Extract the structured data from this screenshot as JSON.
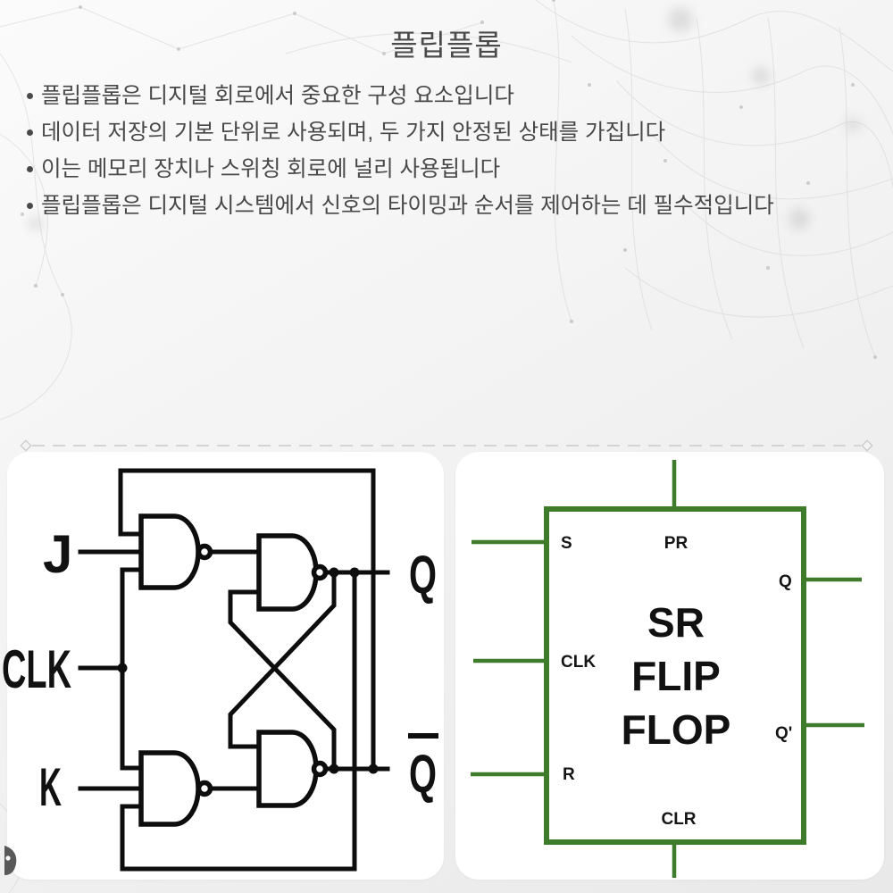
{
  "slide": {
    "title": "플립플롭",
    "bullets": [
      "플립플롭은 디지털 회로에서 중요한 구성 요소입니다",
      "데이터 저장의 기본 단위로 사용되며, 두 가지 안정된 상태를 가집니다",
      "이는 메모리 장치나 스위칭 회로에 널리 사용됩니다",
      "플립플롭은 디지털 시스템에서 신호의 타이밍과 순서를 제어하는 데 필수적입니다"
    ]
  },
  "jk_diagram": {
    "label_j": "J",
    "label_clk": "CLK",
    "label_k": "K",
    "label_q": "Q",
    "label_qbar": "Q"
  },
  "sr_diagram": {
    "title_line1": "SR",
    "title_line2": "FLIP",
    "title_line3": "FLOP",
    "pin_s": "S",
    "pin_pr": "PR",
    "pin_clk": "CLK",
    "pin_r": "R",
    "pin_clr": "CLR",
    "pin_q": "Q",
    "pin_qprime": "Q'",
    "green": "#3e7b2a"
  },
  "colors": {
    "title_text": "#4b4b4b",
    "body_text": "#484848",
    "circuit_black": "#0d0d0d"
  }
}
